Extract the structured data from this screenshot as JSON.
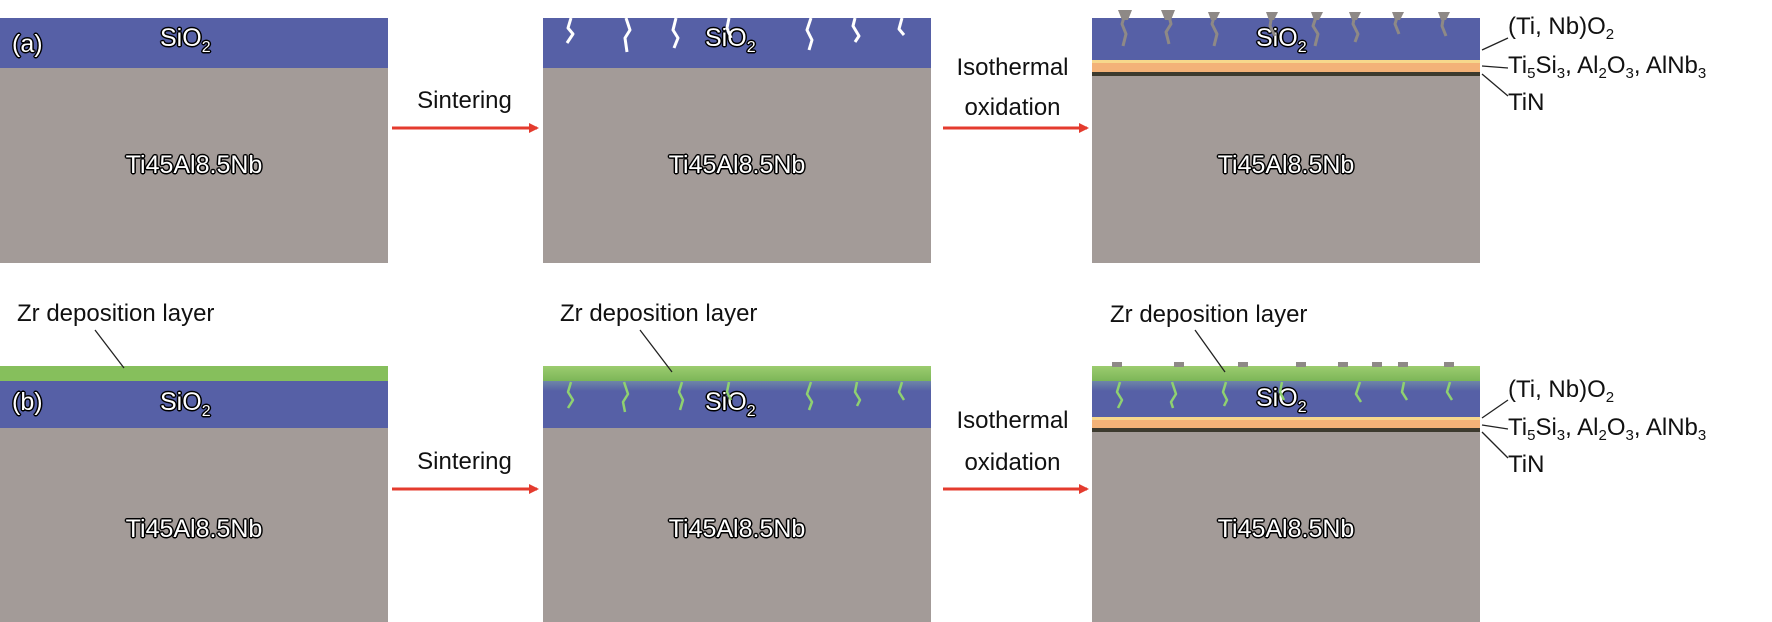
{
  "row_a": {
    "tag": "(a)",
    "sio2_main": "SiO",
    "sio2_sub": "2",
    "substrate": "Ti45Al8.5Nb",
    "step1": "Sintering",
    "step2_line1": "Isothermal",
    "step2_line2": "oxidation",
    "anno_oxide_pre": "(Ti, Nb)O",
    "anno_oxide_sub": "2",
    "anno_mid_ti": "Ti",
    "anno_mid_5": "5",
    "anno_mid_si": "Si",
    "anno_mid_3": "3",
    "anno_mid_al": ", Al",
    "anno_mid_2": "2",
    "anno_mid_o": "O",
    "anno_mid_3b": "3",
    "anno_mid_alnb": ", AlNb",
    "anno_mid_3c": "3",
    "anno_tin": "TiN"
  },
  "row_b": {
    "tag": "(b)",
    "zr_label": "Zr deposition layer",
    "sio2_main": "SiO",
    "sio2_sub": "2",
    "substrate": "Ti45Al8.5Nb",
    "step1": "Sintering",
    "step2_line1": "Isothermal",
    "step2_line2": "oxidation",
    "anno_oxide_pre": "(Ti, Nb)O",
    "anno_oxide_sub": "2",
    "anno_mid_ti": "Ti",
    "anno_mid_5": "5",
    "anno_mid_si": "Si",
    "anno_mid_3": "3",
    "anno_mid_al": ", Al",
    "anno_mid_2": "2",
    "anno_mid_o": "O",
    "anno_mid_3b": "3",
    "anno_mid_alnb": ", AlNb",
    "anno_mid_3c": "3",
    "anno_tin": "TiN"
  },
  "colors": {
    "substrate": "#a39b98",
    "sio2": "#5660a6",
    "zr": "#86bf5c",
    "arrow": "#e43b2e",
    "orange_layer": "#f3b278",
    "yellow_layer": "#f7d88c",
    "tin_layer": "#3c3a2e"
  }
}
